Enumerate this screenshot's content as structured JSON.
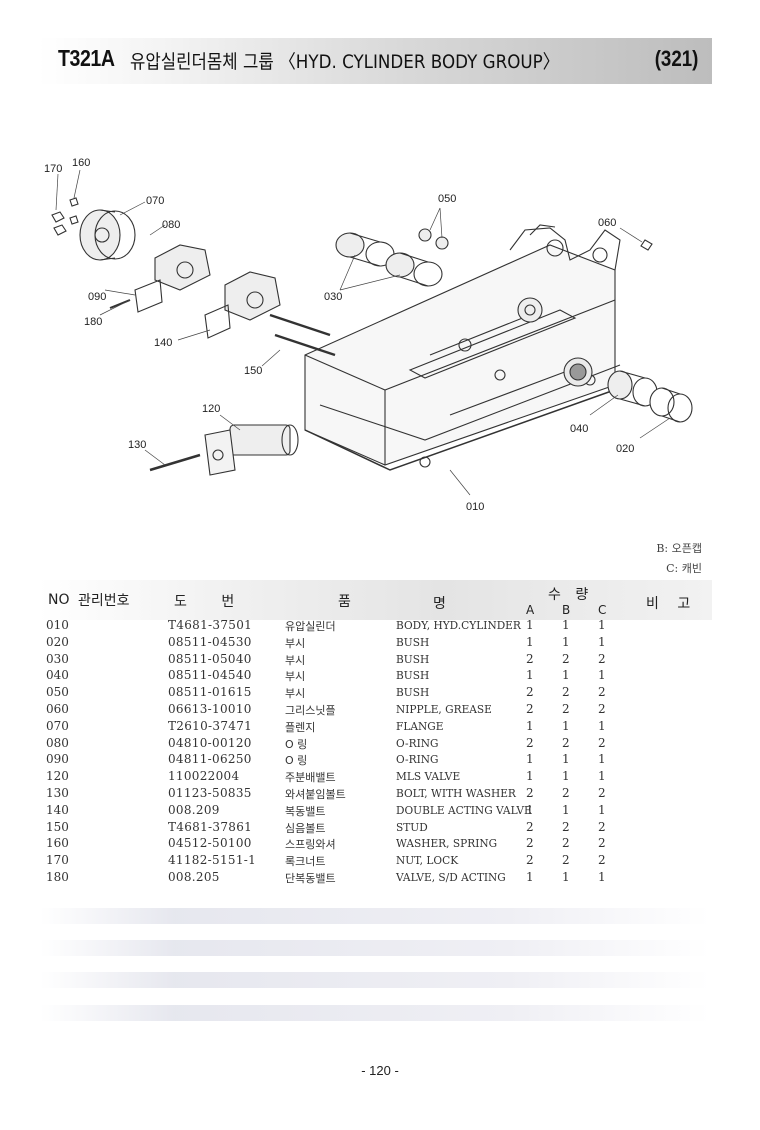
{
  "header": {
    "code": "T321A",
    "title": "유압실린더몸체 그룹 〈HYD. CYLINDER BODY GROUP〉",
    "page_ref": "(321)"
  },
  "diagram": {
    "callouts": [
      "170",
      "160",
      "070",
      "080",
      "090",
      "180",
      "140",
      "150",
      "120",
      "130",
      "050",
      "030",
      "060",
      "040",
      "020",
      "010"
    ]
  },
  "legend": {
    "b": "B: 오픈캡",
    "c": "C: 캐빈"
  },
  "table": {
    "headers": {
      "no": "NO",
      "mgmt": "관리번호",
      "drawing": "도 번",
      "name_k1": "품",
      "name_k2": "명",
      "qty": "수 량",
      "qa": "A",
      "qb": "B",
      "qc": "C",
      "remarks": "비 고"
    },
    "rows": [
      {
        "no": "010",
        "part": "T4681-37501",
        "kor": "유압실린더",
        "eng": "BODY, HYD.CYLINDER",
        "a": "1",
        "b": "1",
        "c": "1"
      },
      {
        "no": "020",
        "part": "08511-04530",
        "kor": "부시",
        "eng": "BUSH",
        "a": "1",
        "b": "1",
        "c": "1"
      },
      {
        "no": "030",
        "part": "08511-05040",
        "kor": "부시",
        "eng": "BUSH",
        "a": "2",
        "b": "2",
        "c": "2"
      },
      {
        "no": "040",
        "part": "08511-04540",
        "kor": "부시",
        "eng": "BUSH",
        "a": "1",
        "b": "1",
        "c": "1"
      },
      {
        "no": "050",
        "part": "08511-01615",
        "kor": "부시",
        "eng": "BUSH",
        "a": "2",
        "b": "2",
        "c": "2"
      },
      {
        "no": "060",
        "part": "06613-10010",
        "kor": "그리스닛플",
        "eng": "NIPPLE, GREASE",
        "a": "2",
        "b": "2",
        "c": "2"
      },
      {
        "no": "070",
        "part": "T2610-37471",
        "kor": "플렌지",
        "eng": "FLANGE",
        "a": "1",
        "b": "1",
        "c": "1"
      },
      {
        "no": "080",
        "part": "04810-00120",
        "kor": "O 링",
        "eng": "O-RING",
        "a": "2",
        "b": "2",
        "c": "2"
      },
      {
        "no": "090",
        "part": "04811-06250",
        "kor": "O 링",
        "eng": "O-RING",
        "a": "1",
        "b": "1",
        "c": "1"
      },
      {
        "no": "120",
        "part": "110022004",
        "kor": "주분배밸트",
        "eng": "MLS VALVE",
        "a": "1",
        "b": "1",
        "c": "1"
      },
      {
        "no": "130",
        "part": "01123-50835",
        "kor": "와셔붙임볼트",
        "eng": "BOLT, WITH WASHER",
        "a": "2",
        "b": "2",
        "c": "2"
      },
      {
        "no": "140",
        "part": "008.209",
        "kor": "복동밸트",
        "eng": "DOUBLE ACTING VALVE",
        "a": "1",
        "b": "1",
        "c": "1"
      },
      {
        "no": "150",
        "part": "T4681-37861",
        "kor": "심음볼트",
        "eng": "STUD",
        "a": "2",
        "b": "2",
        "c": "2"
      },
      {
        "no": "160",
        "part": "04512-50100",
        "kor": "스프링와셔",
        "eng": "WASHER, SPRING",
        "a": "2",
        "b": "2",
        "c": "2"
      },
      {
        "no": "170",
        "part": "41182-5151-1",
        "kor": "록크너트",
        "eng": "NUT, LOCK",
        "a": "2",
        "b": "2",
        "c": "2"
      },
      {
        "no": "180",
        "part": "008.205",
        "kor": "단복동밸트",
        "eng": "VALVE, S/D ACTING",
        "a": "1",
        "b": "1",
        "c": "1"
      }
    ]
  },
  "footer": {
    "page_number": "- 120 -"
  }
}
